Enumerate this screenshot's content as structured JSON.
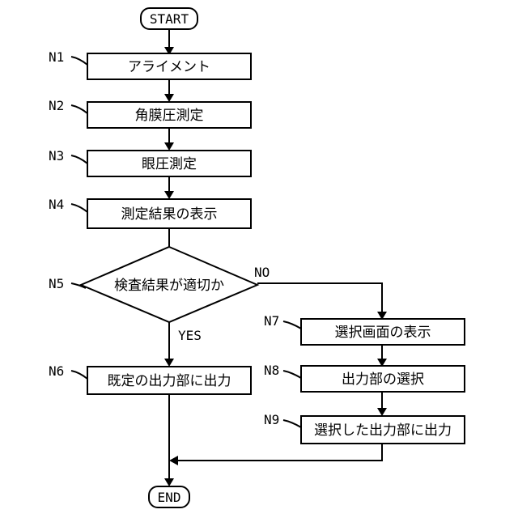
{
  "terminals": {
    "start": "START",
    "end": "END"
  },
  "steps": {
    "n1": {
      "id": "N1",
      "text": "アライメント"
    },
    "n2": {
      "id": "N2",
      "text": "角膜圧測定"
    },
    "n3": {
      "id": "N3",
      "text": "眼圧測定"
    },
    "n4": {
      "id": "N4",
      "text": "測定結果の表示"
    },
    "n5": {
      "id": "N5",
      "text": "検査結果が適切か"
    },
    "n6": {
      "id": "N6",
      "text": "既定の出力部に出力"
    },
    "n7": {
      "id": "N7",
      "text": "選択画面の表示"
    },
    "n8": {
      "id": "N8",
      "text": "出力部の選択"
    },
    "n9": {
      "id": "N9",
      "text": "選択した出力部に出力"
    }
  },
  "branches": {
    "yes": "YES",
    "no": "NO"
  }
}
